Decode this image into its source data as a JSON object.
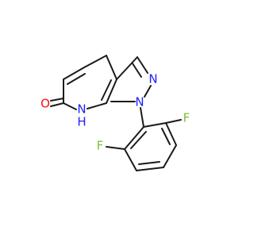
{
  "molecule": {
    "atom_colors": {
      "carbon": "#1a1a1a",
      "nitrogen": "#2020ff",
      "oxygen": "#ff0d0d",
      "fluorine": "#7dbf3a"
    },
    "labels": {
      "oxygen": "O",
      "pyridinone_nh": "N",
      "pyridinone_h": "H",
      "n1": "N",
      "n2": "N",
      "fluorine_top": "F",
      "fluorine_left": "F"
    }
  }
}
